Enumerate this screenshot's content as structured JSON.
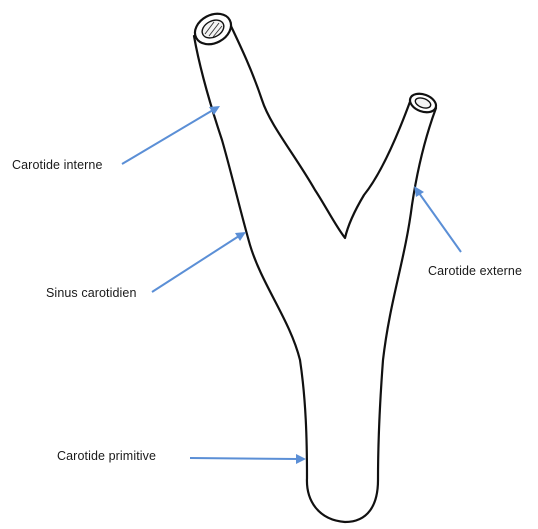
{
  "labels": {
    "carotide_interne": "Carotide interne",
    "sinus_carotidien": "Sinus carotidien",
    "carotide_externe": "Carotide externe",
    "carotide_primitive": "Carotide primitive"
  },
  "colors": {
    "arrow": "#5b8fd6",
    "outline": "#111111",
    "background": "#ffffff"
  }
}
